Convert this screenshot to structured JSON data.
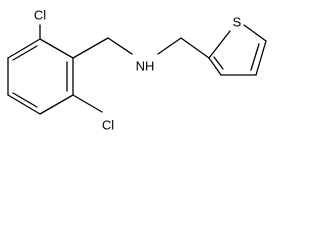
{
  "molecule": {
    "atoms": {
      "cl_top": "Cl",
      "cl_bottom": "Cl",
      "nh": "NH",
      "s": "S"
    }
  },
  "colors": {
    "bond": "#000000",
    "text": "#000000",
    "background": "#ffffff"
  }
}
